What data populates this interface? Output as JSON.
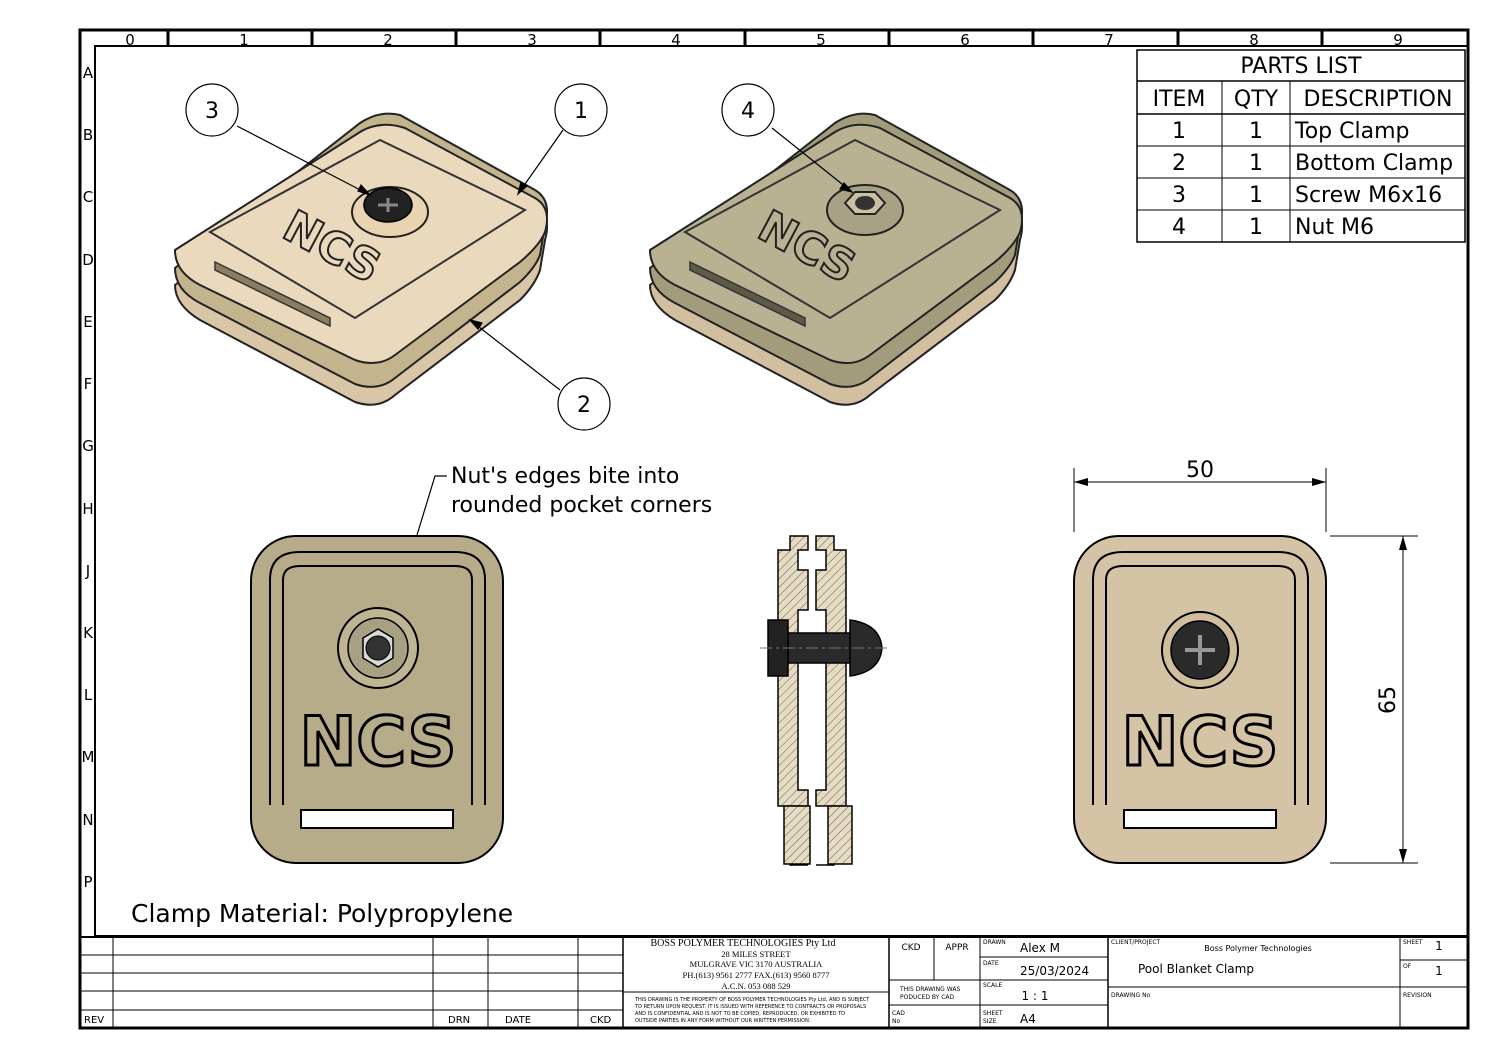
{
  "grid": {
    "columns": [
      "0",
      "1",
      "2",
      "3",
      "4",
      "5",
      "6",
      "7",
      "8",
      "9"
    ],
    "rows": [
      "A",
      "B",
      "C",
      "D",
      "E",
      "F",
      "G",
      "H",
      "J",
      "K",
      "L",
      "M",
      "N",
      "P"
    ]
  },
  "parts_list": {
    "title": "PARTS LIST",
    "headers": [
      "ITEM",
      "QTY",
      "DESCRIPTION"
    ],
    "rows": [
      {
        "item": "1",
        "qty": "1",
        "description": "Top Clamp"
      },
      {
        "item": "2",
        "qty": "1",
        "description": "Bottom Clamp"
      },
      {
        "item": "3",
        "qty": "1",
        "description": "Screw M6x16"
      },
      {
        "item": "4",
        "qty": "1",
        "description": "Nut M6"
      }
    ]
  },
  "balloons": {
    "b1": "1",
    "b2": "2",
    "b3": "3",
    "b4": "4"
  },
  "logo_text": "NCS",
  "annotation": {
    "line1": "Nut's edges bite into",
    "line2": "rounded pocket corners"
  },
  "dimensions": {
    "width": "50",
    "height": "65"
  },
  "material_note": "Clamp Material: Polypropylene",
  "title_block": {
    "rev_label": "REV",
    "drn_label": "DRN",
    "date_label": "DATE",
    "ckd_label": "CKD",
    "company": "BOSS POLYMER TECHNOLOGIES Pty Ltd",
    "address1": "28 MILES STREET",
    "address2": "MULGRAVE VIC 3170 AUSTRALIA",
    "phone": "PH.(613) 9561 2777 FAX.(613) 9560 8777",
    "acn": "A.C.N. 053 088 529",
    "disclaimer1": "THIS DRAWING IS THE PROPERTY OF BOSS POLYMER TECHNOLOGIES Pty Ltd, AND IS SUBJECT",
    "disclaimer2": "TO RETURN UPON REQUEST. IT IS ISSUED WITH REFERENCE TO CONTRACTS OR PROPOSALS",
    "disclaimer3": "AND IS CONFIDENTIAL AND IS NOT TO BE COPIED, REPRODUCED, OR EXHIBITED TO",
    "disclaimer4": "OUTSIDE PARTIES IN ANY FORM WITHOUT OUR WRITTEN PERMISSION.",
    "ckd": "CKD",
    "appr": "APPR",
    "produced1": "THIS DRAWING WAS",
    "produced2": "PODUCED BY CAD",
    "cad_label1": "CAD",
    "cad_label2": "No",
    "drawn_label": "DRAWN",
    "drawn": "Alex M",
    "date_label2": "DATE",
    "date": "25/03/2024",
    "scale_label": "SCALE",
    "scale": "1 : 1",
    "sheet_size_label1": "SHEET",
    "sheet_size_label2": "SIZE",
    "sheet_size": "A4",
    "client_label": "CLIENT/PROJECT",
    "client": "Boss Polymer Technologies",
    "project": "Pool Blanket Clamp",
    "drawing_no_label": "DRAWING No",
    "sheet_label": "SHEET",
    "sheet": "1",
    "of_label": "OF",
    "of": "1",
    "revision_label": "REVISION"
  }
}
